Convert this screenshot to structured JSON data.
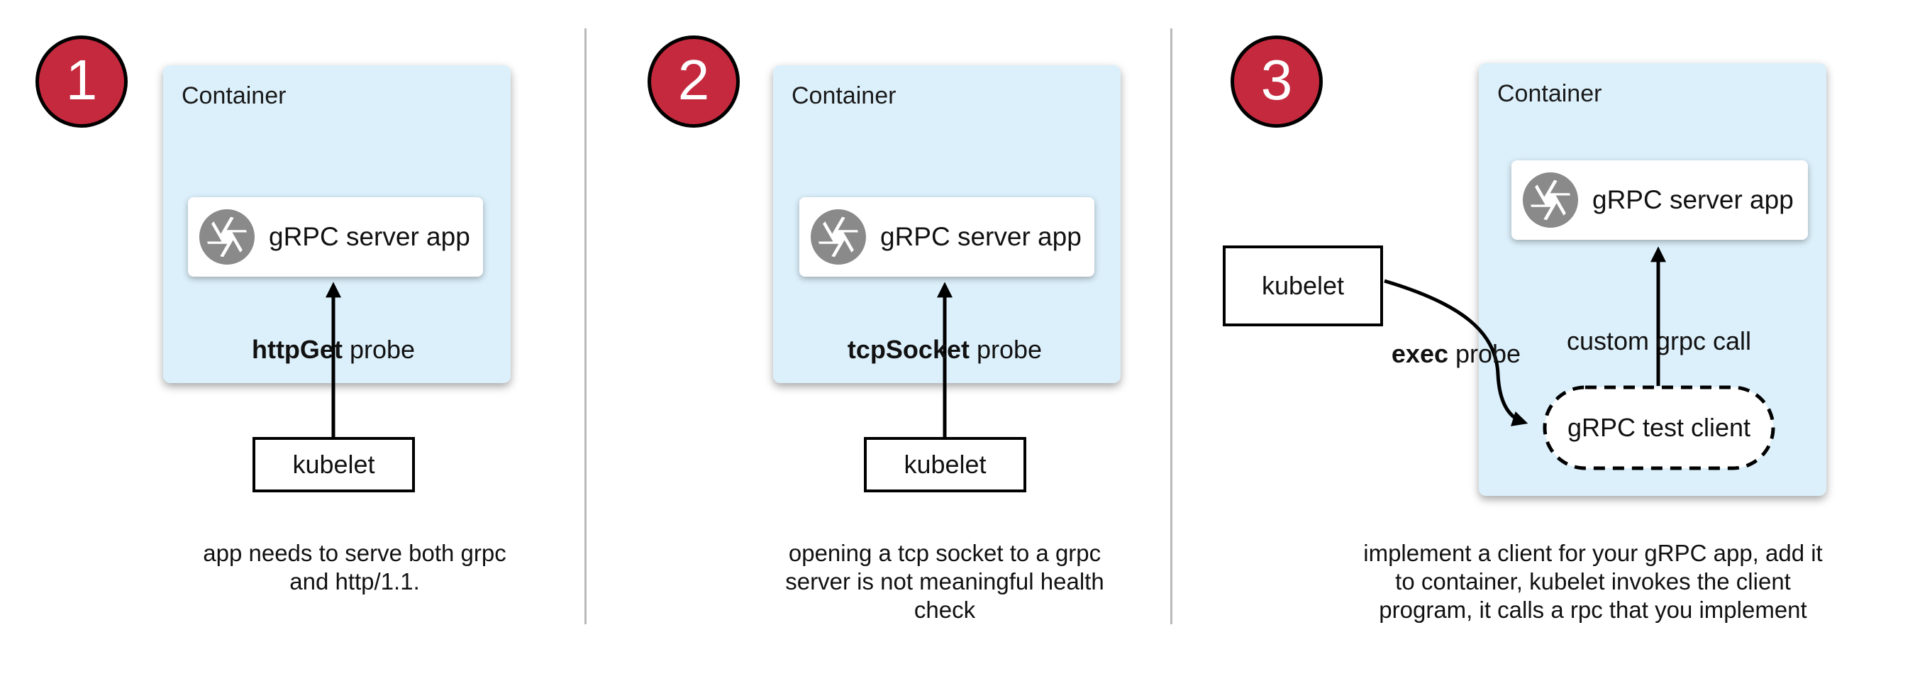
{
  "colors": {
    "container_fill": "#dcf0fb",
    "badge_fill": "#c5293d",
    "icon_gray": "#8a8a8a",
    "divider_gray": "#b9b9b9",
    "line_black": "#000000",
    "box_white": "#ffffff"
  },
  "panels": [
    {
      "number": "1",
      "container_label": "Container",
      "app_label": "gRPC server app",
      "probe_bold": "httpGet",
      "probe_rest": " probe",
      "kubelet_label": "kubelet",
      "caption": "app needs to serve both grpc\nand http/1.1."
    },
    {
      "number": "2",
      "container_label": "Container",
      "app_label": "gRPC server app",
      "probe_bold": "tcpSocket",
      "probe_rest": " probe",
      "kubelet_label": "kubelet",
      "caption": "opening a tcp socket to a grpc\nserver is not meaningful health\ncheck"
    },
    {
      "number": "3",
      "container_label": "Container",
      "app_label": "gRPC server app",
      "probe_bold": "exec",
      "probe_rest": " probe",
      "kubelet_label": "kubelet",
      "call_label": "custom grpc call",
      "client_label": "gRPC test client",
      "caption": "implement a client for your gRPC app, add it\nto container, kubelet invokes the client\nprogram, it calls a rpc that you implement"
    }
  ]
}
